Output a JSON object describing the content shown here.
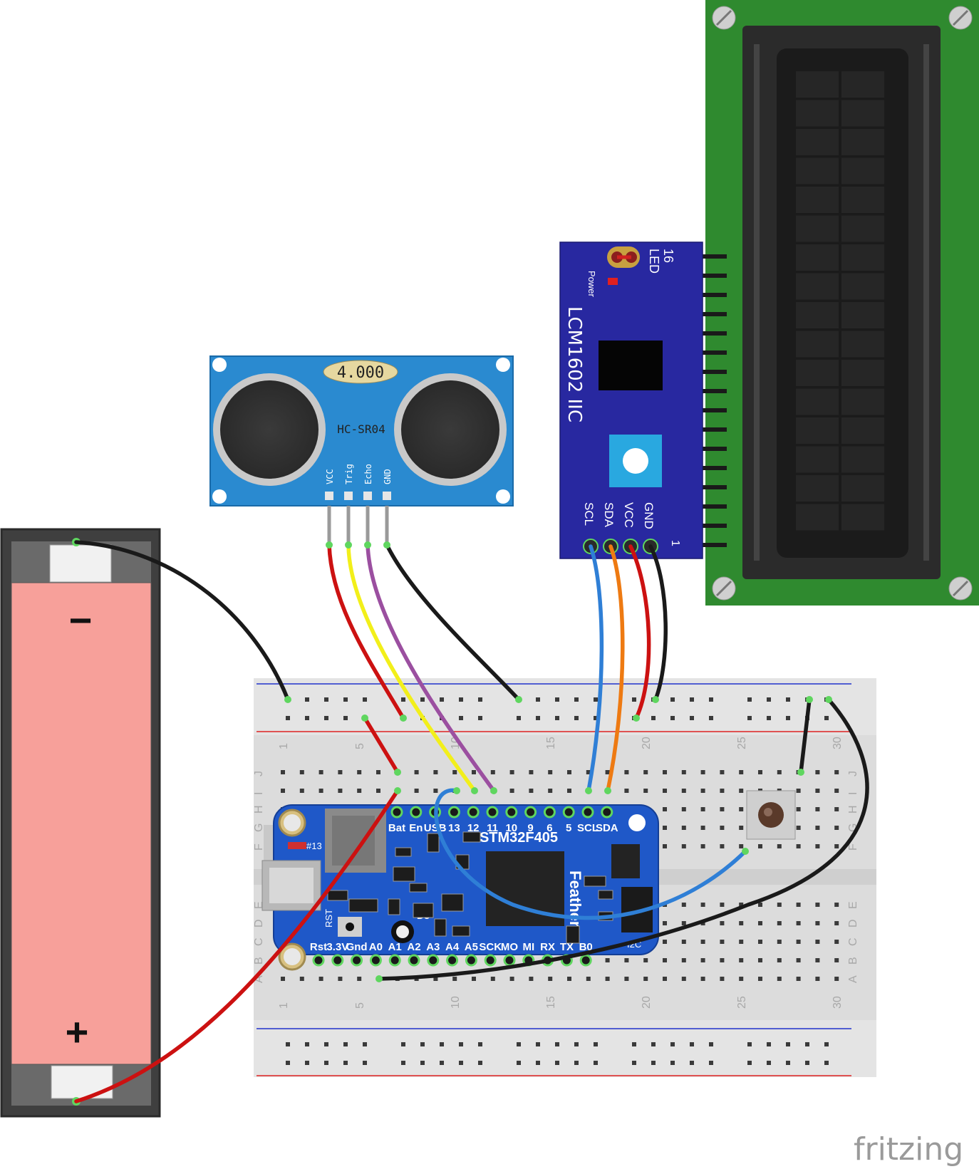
{
  "sensor": {
    "display": "4.000",
    "model": "HC-SR04",
    "pins": [
      "VCC",
      "Trig",
      "Echo",
      "GND"
    ]
  },
  "lcd_backpack": {
    "title": "LCM1602 IIC",
    "led_label": "LED",
    "pin16_label": "16",
    "power_label": "Power",
    "pins": [
      "SCL",
      "SDA",
      "VCC",
      "GND"
    ],
    "pin1_label": "1"
  },
  "battery": {
    "minus": "−",
    "plus": "+"
  },
  "mcu": {
    "chip": "STM32F405",
    "brand": "Feather",
    "top_pins": [
      "Bat",
      "En",
      "USB",
      "13",
      "12",
      "11",
      "10",
      "9",
      "6",
      "5",
      "SCL",
      "SDA"
    ],
    "bottom_pins": [
      "Rst",
      "3.3V",
      "Gnd",
      "A0",
      "A1",
      "A2",
      "A3",
      "A4",
      "A5",
      "SCK",
      "MO",
      "MI",
      "RX",
      "TX",
      "B0"
    ],
    "led_label": "#13",
    "rst_label": "RST",
    "d8_label": "D8",
    "i2c_label": "I2C"
  },
  "breadboard": {
    "col_numbers": [
      "1",
      "5",
      "10",
      "15",
      "20",
      "25",
      "30"
    ],
    "rows_top": [
      "J",
      "I",
      "H",
      "G",
      "F"
    ],
    "rows_bottom": [
      "E",
      "D",
      "C",
      "B",
      "A"
    ]
  },
  "watermark": "fritzing",
  "colors": {
    "red": "#cc1111",
    "yellow": "#f2ef1a",
    "purple": "#9b4fa0",
    "black": "#1a1a1a",
    "blue": "#2f7fd6",
    "orange": "#ee7a12",
    "board_blue": "#1f58c8",
    "sensor_blue": "#2a8ad0",
    "lcd_green": "#2f8a2f"
  }
}
